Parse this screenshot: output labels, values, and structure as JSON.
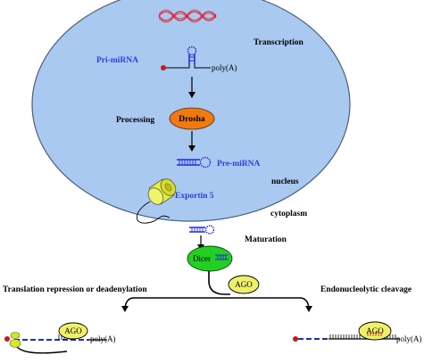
{
  "labels": {
    "transcription": "Transcription",
    "pri_mirna": "Pri-miRNA",
    "poly_a_top": "poly(A)",
    "processing": "Processing",
    "drosha": "Drosha",
    "pre_mirna": "Pre-miRNA",
    "exportin": "Exportin 5",
    "nucleus": "nucleus",
    "cytoplasm": "cytoplasm",
    "maturation": "Maturation",
    "dicer": "Dicer",
    "ago_center": "AGO",
    "translation_repression": "Translation repression or deadenylation",
    "endonucleolytic": "Endonucleolytic cleavage",
    "ago_left": "AGO",
    "poly_a_left": "poly(A)",
    "ago_right": "AGO",
    "poly_a_right": "poly(A)"
  },
  "colors": {
    "nucleus_fill": "#a9c9f1",
    "dna_helix": "#e0202a",
    "drosha": "#f07a12",
    "exportin": "#e8ef3a",
    "dicer": "#22d022",
    "ago": "#eef06a",
    "mrna_line": "#1f2fa8",
    "rna_red": "#c81818",
    "ribosome": "#d8e81c",
    "hairpin": "#2a2ad8"
  }
}
